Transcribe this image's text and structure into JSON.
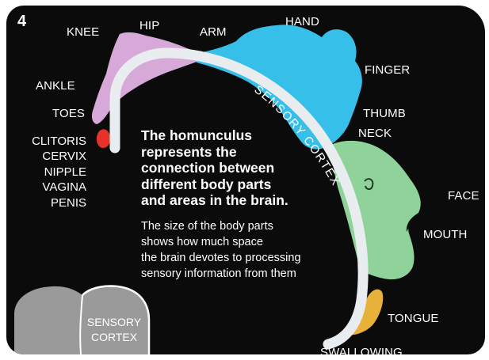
{
  "figure_number": "4",
  "colors": {
    "background": "#0b0b0b",
    "cortex_band": "#e9edf0",
    "legs_region": "#d7a9d8",
    "toes_marker": "#e5332a",
    "hand_region": "#35bfe9",
    "face_region": "#8fd39b",
    "tongue_region": "#e8b23a",
    "brain": "#9a9a9a"
  },
  "body_part_labels": {
    "knee": "KNEE",
    "hip": "HIP",
    "arm": "ARM",
    "hand": "HAND",
    "finger": "FINGER",
    "ankle": "ANKLE",
    "toes": "TOES",
    "thumb": "THUMB",
    "neck": "NECK",
    "face": "FACE",
    "mouth": "MOUTH",
    "tongue": "TONGUE",
    "swallowing": "SWALLOWING"
  },
  "genital_labels": [
    "CLITORIS",
    "CERVIX",
    "NIPPLE",
    "VAGINA",
    "PENIS"
  ],
  "arc_label": "SENSORY CORTEX",
  "headline_lines": [
    "The homunculus",
    "represents the",
    "connection between",
    "different body parts",
    "and areas in the brain."
  ],
  "body_lines": [
    "The size of the body parts",
    "shows how much space",
    "the brain devotes to processing",
    "sensory information from them"
  ],
  "brain_label_lines": [
    "SENSORY",
    "CORTEX"
  ],
  "icons": {
    "brain": "brain-cross-section-icon",
    "homunculus": "homunculus-figure-icon"
  }
}
